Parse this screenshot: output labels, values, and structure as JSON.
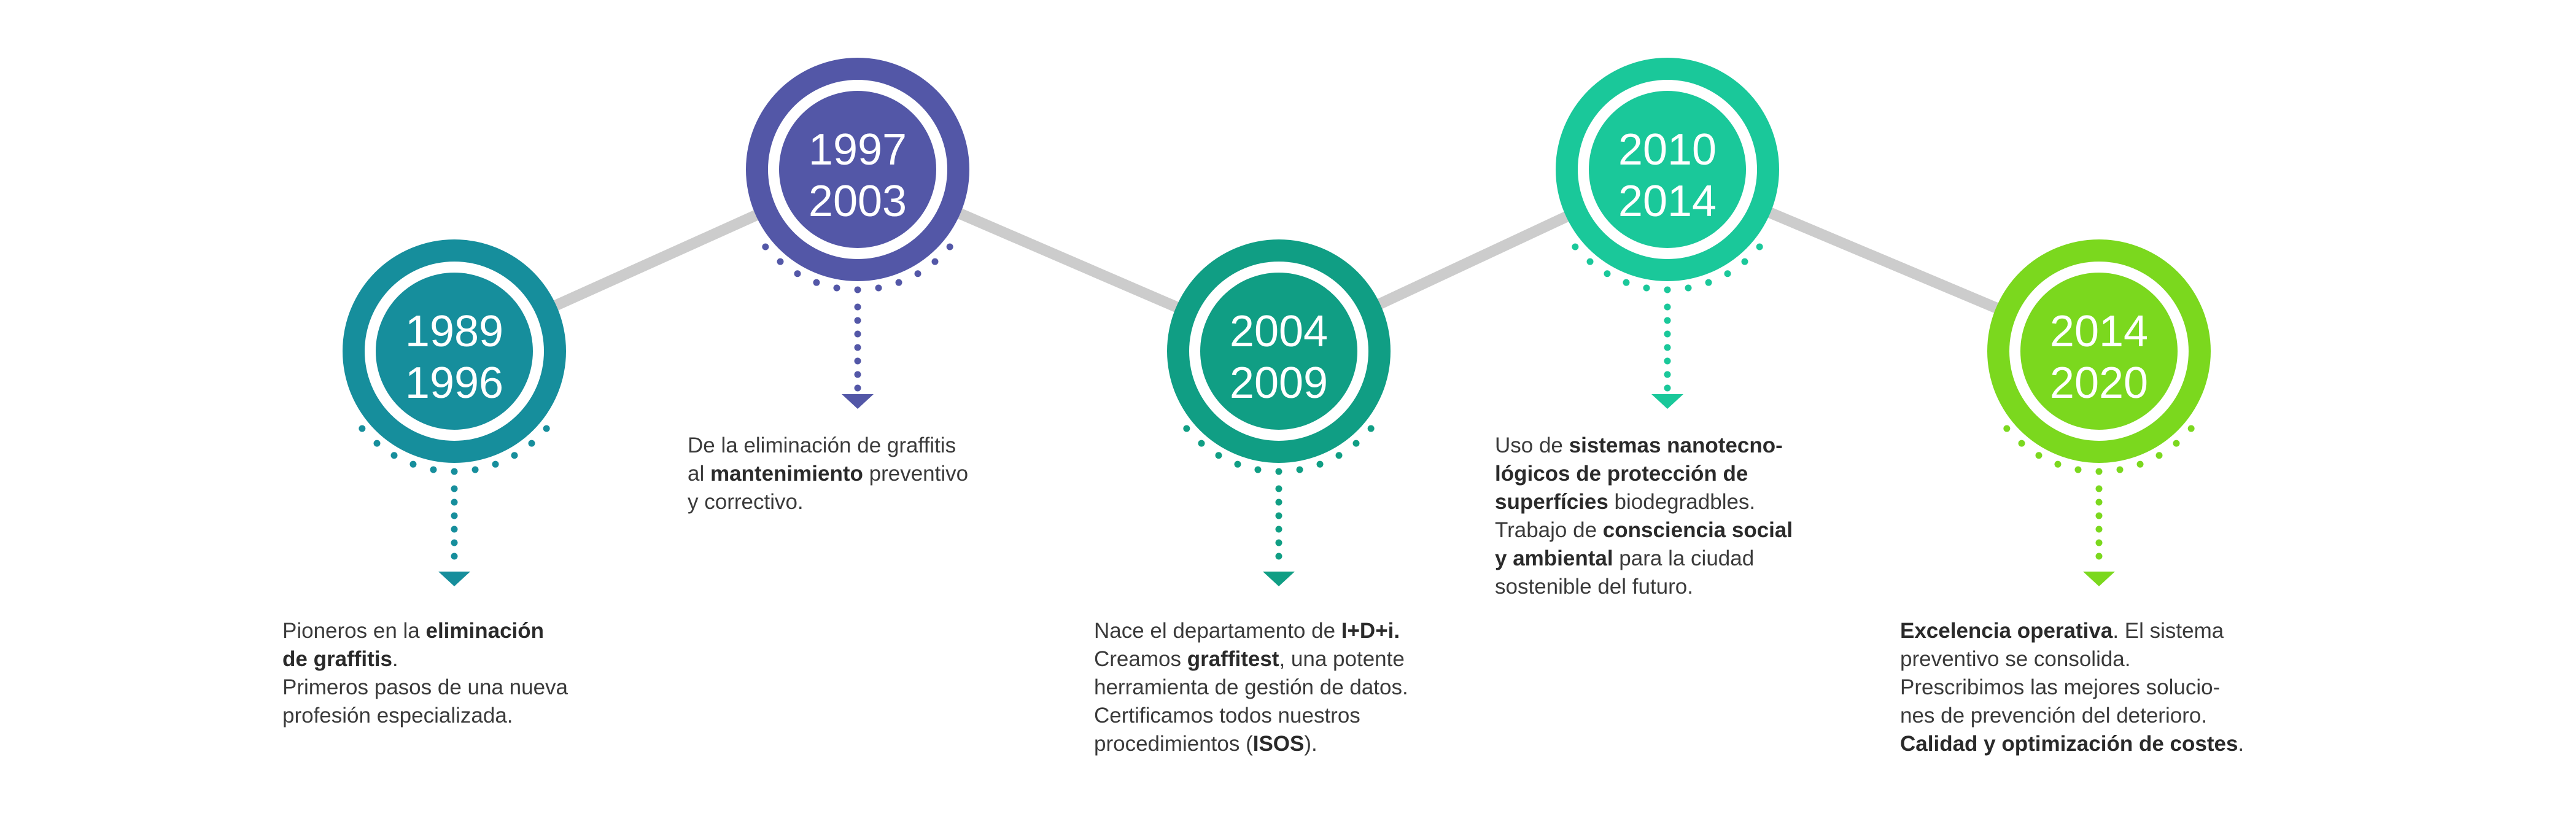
{
  "colors": {
    "connector": "#cccccc"
  },
  "milestones": [
    {
      "years": [
        "1989",
        "1996"
      ],
      "color": "#168e9c",
      "lines": [
        [
          {
            "t": "Pioneros en la "
          },
          {
            "t": "eliminación",
            "b": true
          }
        ],
        [
          {
            "t": "de graffitis",
            "b": true
          },
          {
            "t": "."
          }
        ],
        [
          {
            "t": "Primeros pasos de una nueva"
          }
        ],
        [
          {
            "t": "profesión especializada."
          }
        ]
      ]
    },
    {
      "years": [
        "1997",
        "2003"
      ],
      "color": "#5357a7",
      "lines": [
        [
          {
            "t": "De la eliminación de graffitis"
          }
        ],
        [
          {
            "t": "al "
          },
          {
            "t": "mantenimiento",
            "b": true
          },
          {
            "t": " preventivo"
          }
        ],
        [
          {
            "t": "y correctivo."
          }
        ]
      ]
    },
    {
      "years": [
        "2004",
        "2009"
      ],
      "color": "#109e84",
      "lines": [
        [
          {
            "t": "Nace el departamento de "
          },
          {
            "t": "I+D+i.",
            "b": true
          }
        ],
        [
          {
            "t": "Creamos "
          },
          {
            "t": "graffitest",
            "b": true
          },
          {
            "t": ", una potente"
          }
        ],
        [
          {
            "t": "herramienta de gestión de datos."
          }
        ],
        [
          {
            "t": "Certificamos todos nuestros"
          }
        ],
        [
          {
            "t": "procedimientos ("
          },
          {
            "t": "ISOS",
            "b": true
          },
          {
            "t": ")."
          }
        ]
      ]
    },
    {
      "years": [
        "2010",
        "2014"
      ],
      "color": "#1ac89a",
      "lines": [
        [
          {
            "t": "Uso de "
          },
          {
            "t": "sistemas nanotecno-",
            "b": true
          }
        ],
        [
          {
            "t": "lógicos de protección de",
            "b": true
          }
        ],
        [
          {
            "t": "superfícies",
            "b": true
          },
          {
            "t": " biodegradbles."
          }
        ],
        [
          {
            "t": "Trabajo de "
          },
          {
            "t": "consciencia social",
            "b": true
          }
        ],
        [
          {
            "t": "y ambiental",
            "b": true
          },
          {
            "t": " para la ciudad"
          }
        ],
        [
          {
            "t": "sostenible del futuro."
          }
        ]
      ]
    },
    {
      "years": [
        "2014",
        "2020"
      ],
      "color": "#7bd81e",
      "lines": [
        [
          {
            "t": "Excelencia operativa",
            "b": true
          },
          {
            "t": ". El sistema"
          }
        ],
        [
          {
            "t": "preventivo se consolida."
          }
        ],
        [
          {
            "t": "Prescribimos las mejores solucio-"
          }
        ],
        [
          {
            "t": "nes de prevención del deterioro."
          }
        ],
        [
          {
            "t": "Calidad y optimización de costes",
            "b": true
          },
          {
            "t": "."
          }
        ]
      ]
    }
  ]
}
